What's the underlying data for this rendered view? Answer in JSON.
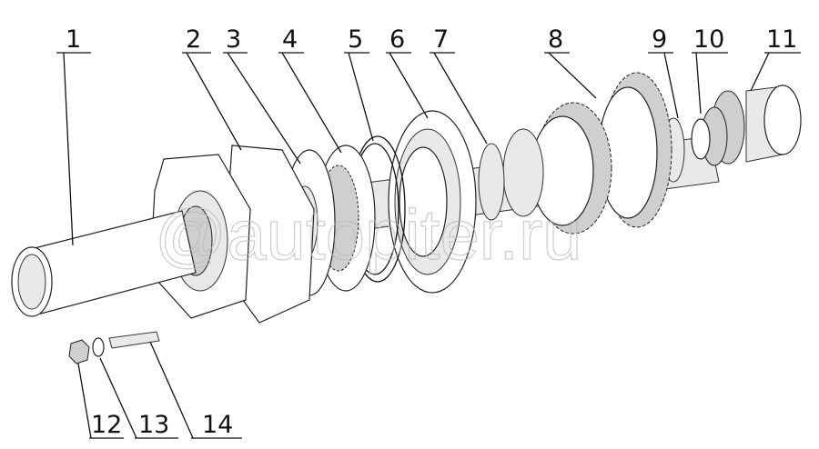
{
  "diagram": {
    "callouts": [
      "1",
      "2",
      "3",
      "4",
      "5",
      "6",
      "7",
      "8",
      "9",
      "10",
      "11",
      "12",
      "13",
      "14"
    ],
    "watermark": "@autopiter.ru",
    "colors": {
      "line": "#111111",
      "shade": "#cfcfcf",
      "watermark": "#bbbbbb"
    }
  }
}
